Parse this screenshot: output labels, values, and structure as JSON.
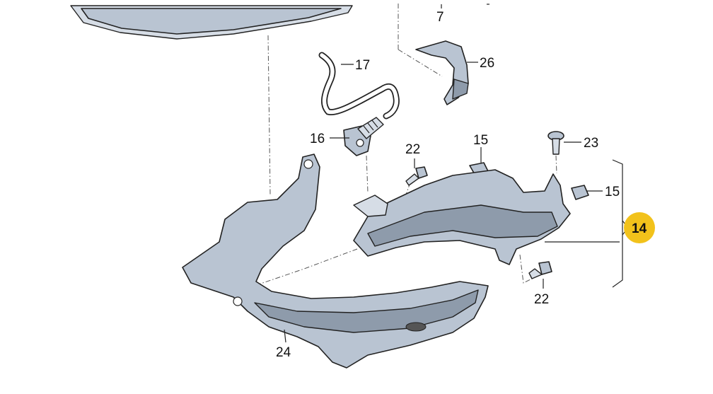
{
  "diagram": {
    "callouts": {
      "c7": "7",
      "c17": "17",
      "c26": "26",
      "c16": "16",
      "c22a": "22",
      "c15a": "15",
      "c23": "23",
      "c15b": "15",
      "c14": "14",
      "c22b": "22",
      "c24": "24"
    },
    "colors": {
      "part_fill": "#b9c4d2",
      "highlight_badge": "#f2c21b"
    }
  }
}
